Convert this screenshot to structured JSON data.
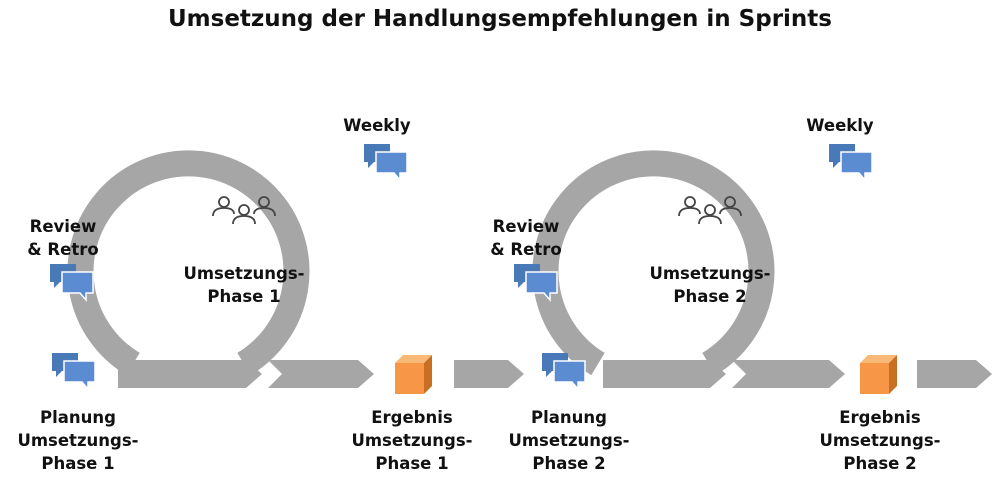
{
  "title": "Umsetzung der Handlungsempfehlungen in Sprints",
  "colors": {
    "arrow": "#a6a6a6",
    "chat_back": "#4a79b8",
    "chat_front": "#5b8bd0",
    "box_front": "#f79646",
    "box_top": "#fbb978",
    "box_side": "#c96f22",
    "icon_stroke": "#444444"
  },
  "icons": {
    "team": "people-group-icon",
    "meeting": "chat-bubbles-icon",
    "result": "orange-cube-icon"
  },
  "sprints": [
    {
      "planning": [
        "Planung",
        "Umsetzungs-",
        "Phase 1"
      ],
      "review": [
        "Review",
        "& Retro"
      ],
      "weekly": "Weekly",
      "phase": [
        "Umsetzungs-",
        "Phase 1"
      ],
      "result": [
        "Ergebnis",
        "Umsetzungs-",
        "Phase 1"
      ]
    },
    {
      "planning": [
        "Planung",
        "Umsetzungs-",
        "Phase 2"
      ],
      "review": [
        "Review",
        "& Retro"
      ],
      "weekly": "Weekly",
      "phase": [
        "Umsetzungs-",
        "Phase 2"
      ],
      "result": [
        "Ergebnis",
        "Umsetzungs-",
        "Phase 2"
      ]
    }
  ]
}
